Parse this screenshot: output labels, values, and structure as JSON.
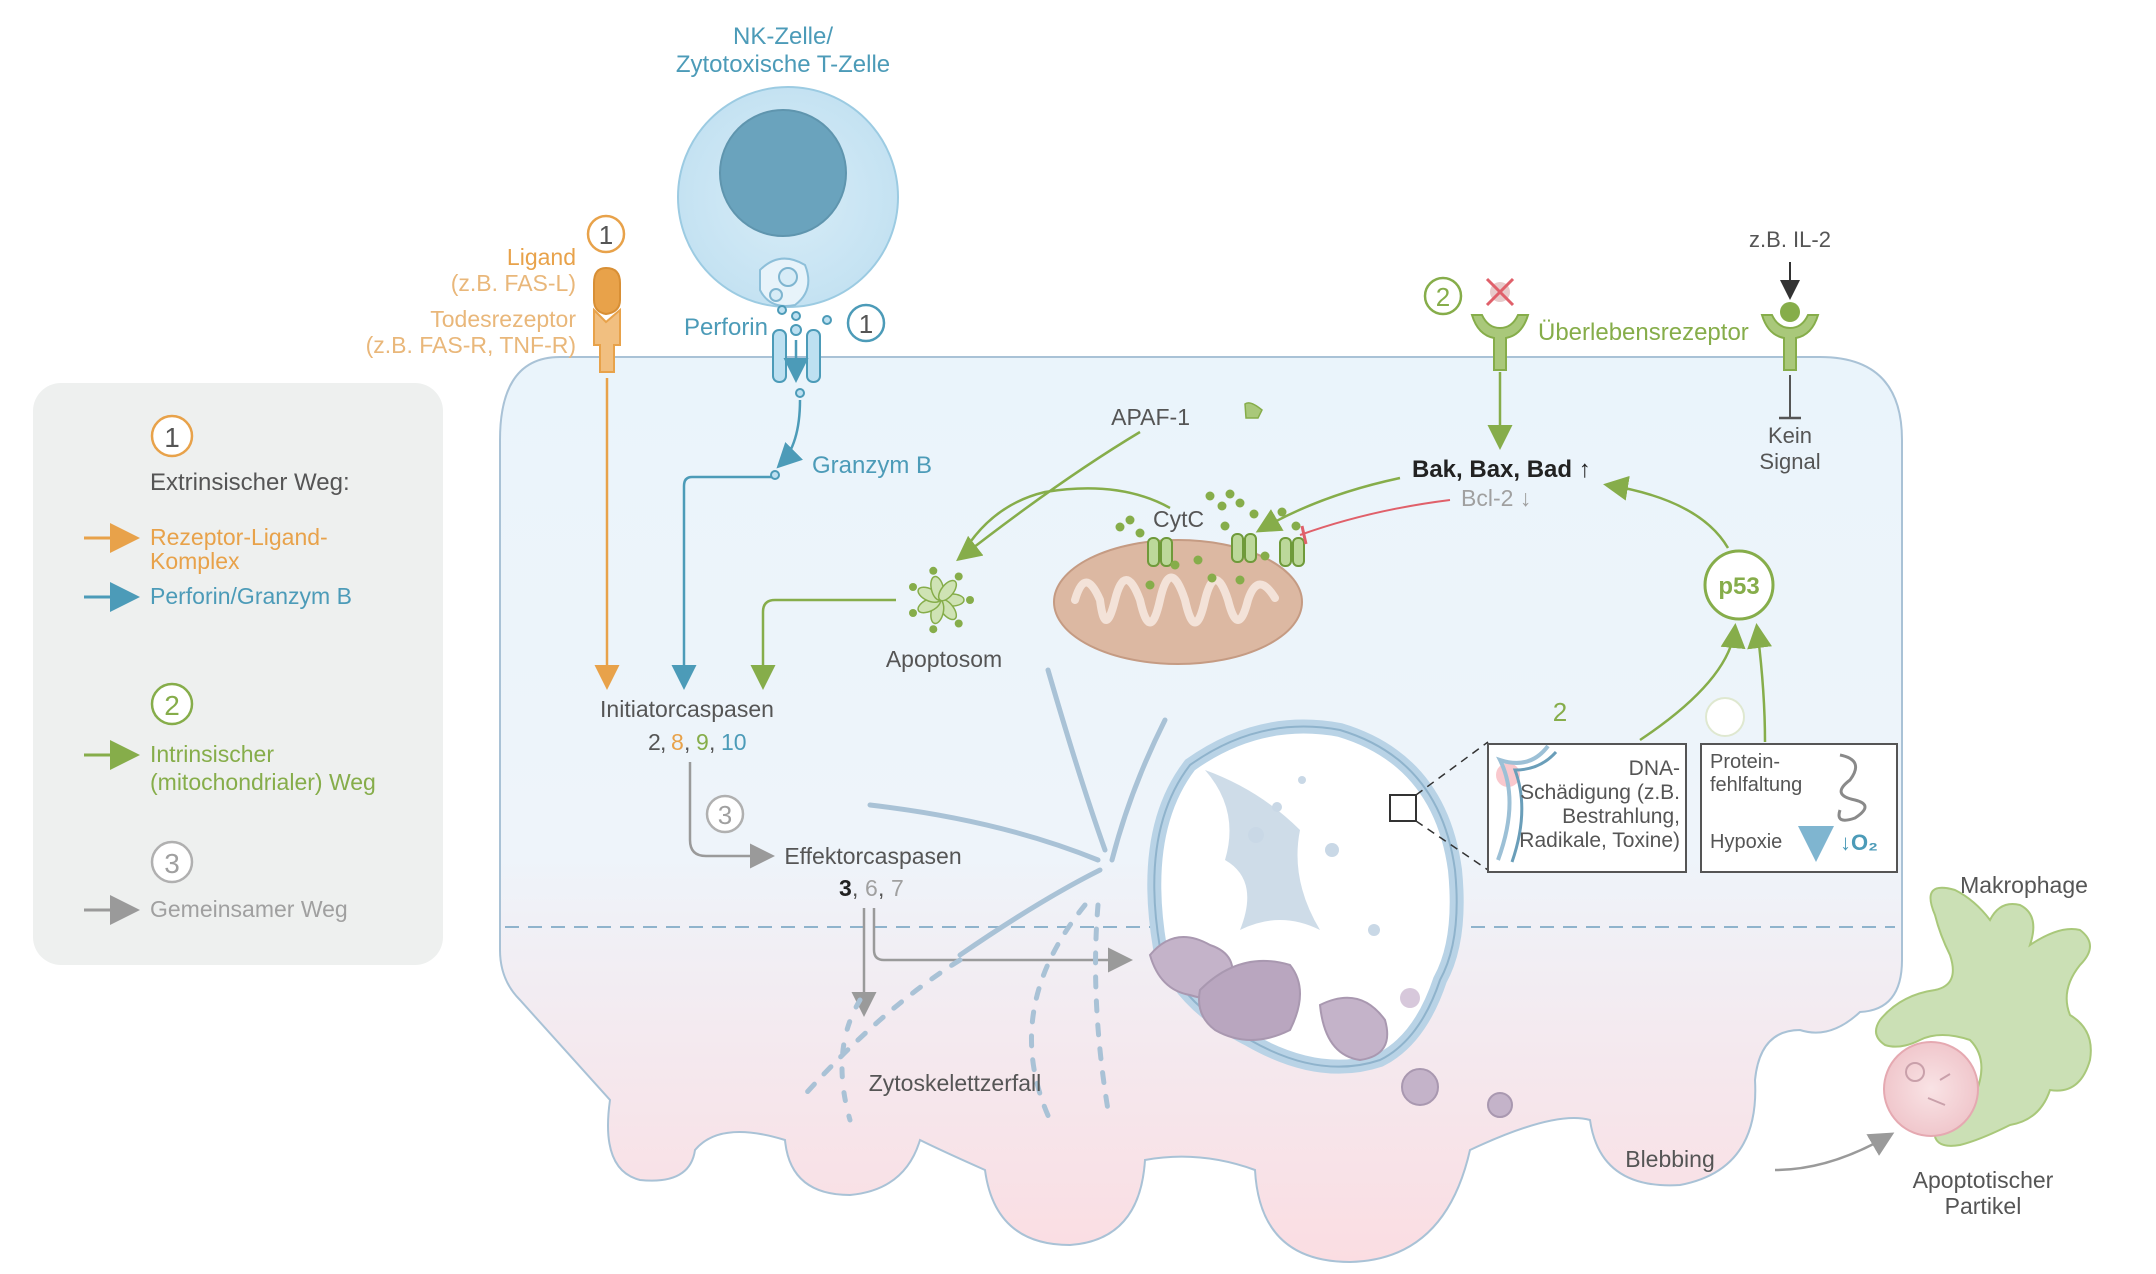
{
  "colors": {
    "orange": "#e8a24a",
    "blue": "#4c9bb8",
    "green": "#86ad4a",
    "gray": "#a0a0a0",
    "red": "#e0606a",
    "cell_fill_top": "#eaf4fb",
    "cell_fill_bottom": "#fbe0e4",
    "legend_bg": "#eef0ef"
  },
  "legend": {
    "badge1": "1",
    "extrinsic_title": "Extrinsischer Weg:",
    "receptor_ligand_line1": "Rezeptor-Ligand-",
    "receptor_ligand_line2": "Komplex",
    "perforin_granzym": "Perforin/Granzym B",
    "badge2": "2",
    "intrinsic_line1": "Intrinsischer",
    "intrinsic_line2": "(mitochondrialer) Weg",
    "badge3": "3",
    "common": "Gemeinsamer Weg"
  },
  "labels": {
    "nk_line1": "NK-Zelle/",
    "nk_line2": "Zytotoxische T-Zelle",
    "ligand": "Ligand",
    "ligand_example": "(z.B. FAS-L)",
    "death_receptor": "Todesrezeptor",
    "death_receptor_example": "(z.B. FAS-R, TNF-R)",
    "perforin": "Perforin",
    "granzym_b": "Granzym B",
    "badge1": "1",
    "badge2": "2",
    "badge3": "3",
    "il2": "z.B. IL-2",
    "survival_receptor": "Überlebensrezeptor",
    "kein": "Kein",
    "signal": "Signal",
    "apaf1": "APAF-1",
    "cytc": "CytC",
    "bak_bax_bad": "Bak, Bax, Bad ↑",
    "bcl2": "Bcl-2 ↓",
    "p53": "p53",
    "apoptosom": "Apoptosom",
    "initiator": "Initiatorcaspasen",
    "initiator_nums": [
      "2",
      "8",
      "9",
      "10"
    ],
    "effector": "Effektorcaspasen",
    "effector_nums": [
      "3",
      "6",
      "7"
    ],
    "two_marker": "2",
    "dna_line1": "DNA-",
    "dna_line2": "Schädigung (z.B.",
    "dna_line3": "Bestrahlung,",
    "dna_line4": "Radikale, Toxine)",
    "protein_line1": "Protein-",
    "protein_line2": "fehlfaltung",
    "hypoxie": "Hypoxie",
    "o2": "↓O₂",
    "zytoskelett": "Zytoskelettzerfall",
    "blebbing": "Blebbing",
    "makrophage": "Makrophage",
    "particle_line1": "Apoptotischer",
    "particle_line2": "Partikel"
  }
}
